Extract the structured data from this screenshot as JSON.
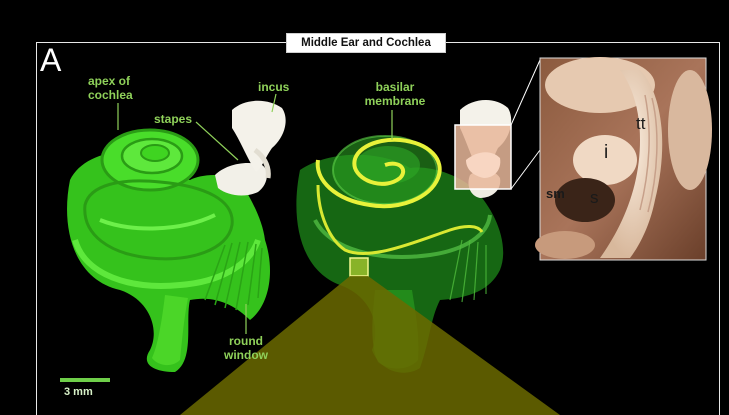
{
  "figure": {
    "title": "Middle Ear and Cochlea",
    "panel_letter": "A"
  },
  "labels": {
    "apex_of_cochlea_line1": "apex of",
    "apex_of_cochlea_line2": "cochlea",
    "stapes": "stapes",
    "incus": "incus",
    "basilar_membrane_line1": "basilar",
    "basilar_membrane_line2": "membrane",
    "round_window_line1": "round",
    "round_window_line2": "window"
  },
  "scale_bar": {
    "label": "3 mm"
  },
  "photo_inset": {
    "labels": {
      "tt": "tt",
      "i": "i",
      "sm": "sm",
      "s": "s"
    }
  },
  "colors": {
    "background": "#000000",
    "cochlea_green": "#3fd421",
    "label_green": "#8fd15a",
    "basilar_yellow": "#e8f23a",
    "zoom_olive": "#6b6a00",
    "bone_white": "#f2f0e8"
  }
}
